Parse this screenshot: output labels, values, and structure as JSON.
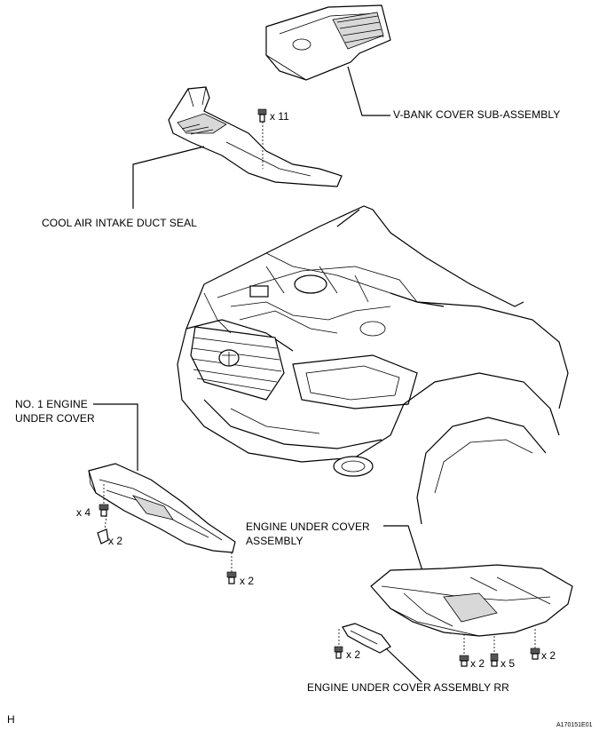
{
  "labels": {
    "vbank_cover": "V-BANK COVER SUB-ASSEMBLY",
    "cool_air_seal": "COOL AIR INTAKE DUCT SEAL",
    "no1_under_cover_line1": "NO. 1 ENGINE",
    "no1_under_cover_line2": "UNDER COVER",
    "under_cover_asm_line1": "ENGINE UNDER COVER",
    "under_cover_asm_line2": "ASSEMBLY",
    "under_cover_rr": "ENGINE UNDER COVER ASSEMBLY RR"
  },
  "quantities": {
    "bolt_seal": "x 11",
    "no1_bolt": "x 4",
    "no1_clip": "x 2",
    "no1_rear_bolt": "x 2",
    "rr_bolt": "x 2",
    "asm_bolt_left": "x 2",
    "asm_clip": "x 5",
    "asm_bolt_right": "x 2"
  },
  "footer": {
    "corner_letter": "H",
    "figure_code": "A170151E01"
  }
}
